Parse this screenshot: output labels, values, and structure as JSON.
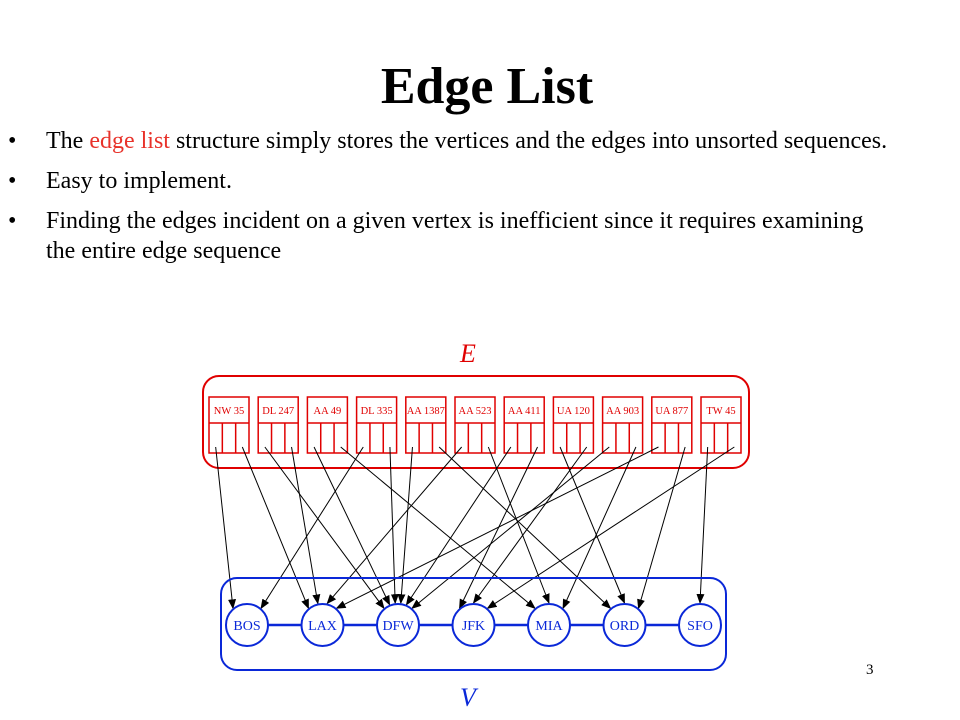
{
  "slide": {
    "title": "Edge List",
    "page_number": "3"
  },
  "bullets": [
    {
      "before": "The ",
      "highlight": "edge list",
      "after": " structure simply stores the vertices and the edges into unsorted sequences."
    },
    {
      "before": "Easy to implement.",
      "highlight": "",
      "after": ""
    },
    {
      "before": "Finding the edges incident on a given vertex is inefficient since it requires examining the entire edge sequence",
      "highlight": "",
      "after": ""
    }
  ],
  "diagram": {
    "edge_sequence_label": "E",
    "vertex_sequence_label": "V",
    "edges": [
      "NW 35",
      "DL 247",
      "AA 49",
      "DL 335",
      "AA 1387",
      "AA 523",
      "AA 411",
      "UA 120",
      "AA 903",
      "UA 877",
      "TW 45"
    ],
    "vertices": [
      "BOS",
      "LAX",
      "DFW",
      "JFK",
      "MIA",
      "ORD",
      "SFO"
    ],
    "edge_endpoints": [
      [
        "BOS",
        "LAX"
      ],
      [
        "DFW",
        "LAX"
      ],
      [
        "DFW",
        "MIA"
      ],
      [
        "BOS",
        "DFW"
      ],
      [
        "DFW",
        "ORD"
      ],
      [
        "LAX",
        "MIA"
      ],
      [
        "DFW",
        "JFK"
      ],
      [
        "ORD",
        "JFK"
      ],
      [
        "DFW",
        "MIA"
      ],
      [
        "LAX",
        "ORD"
      ],
      [
        "SFO",
        "JFK"
      ]
    ],
    "colors": {
      "edge_sequence": "#e00000",
      "vertex_sequence": "#0a28d8",
      "arrow": "#000000",
      "highlight_text": "#e8322a"
    }
  }
}
